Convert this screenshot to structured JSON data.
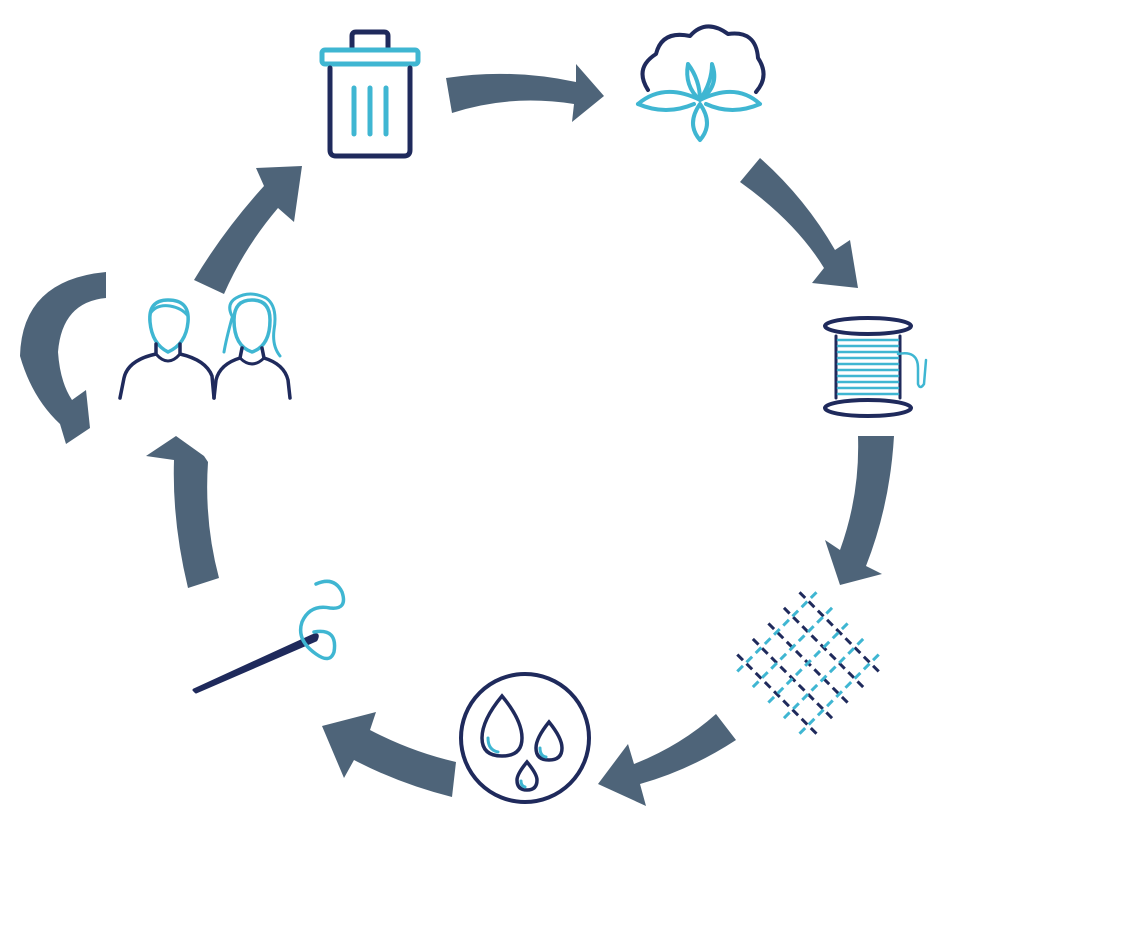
{
  "colors": {
    "arrow": "#4e6479",
    "navy": "#1f2a5c",
    "cyan": "#3fb6d2",
    "background": "#ffffff"
  },
  "cycle": {
    "stages": [
      {
        "icon": "trash-bin-icon"
      },
      {
        "icon": "cotton-plant-icon"
      },
      {
        "icon": "thread-spool-icon"
      },
      {
        "icon": "woven-fabric-icon"
      },
      {
        "icon": "water-drops-icon"
      },
      {
        "icon": "needle-thread-icon"
      },
      {
        "icon": "people-icon"
      }
    ],
    "arrows": [
      "arrow-trash-to-cotton",
      "arrow-cotton-to-spool",
      "arrow-spool-to-fabric",
      "arrow-fabric-to-water",
      "arrow-water-to-needle",
      "arrow-needle-to-people",
      "arrow-people-to-trash",
      "arrow-people-loop"
    ]
  }
}
